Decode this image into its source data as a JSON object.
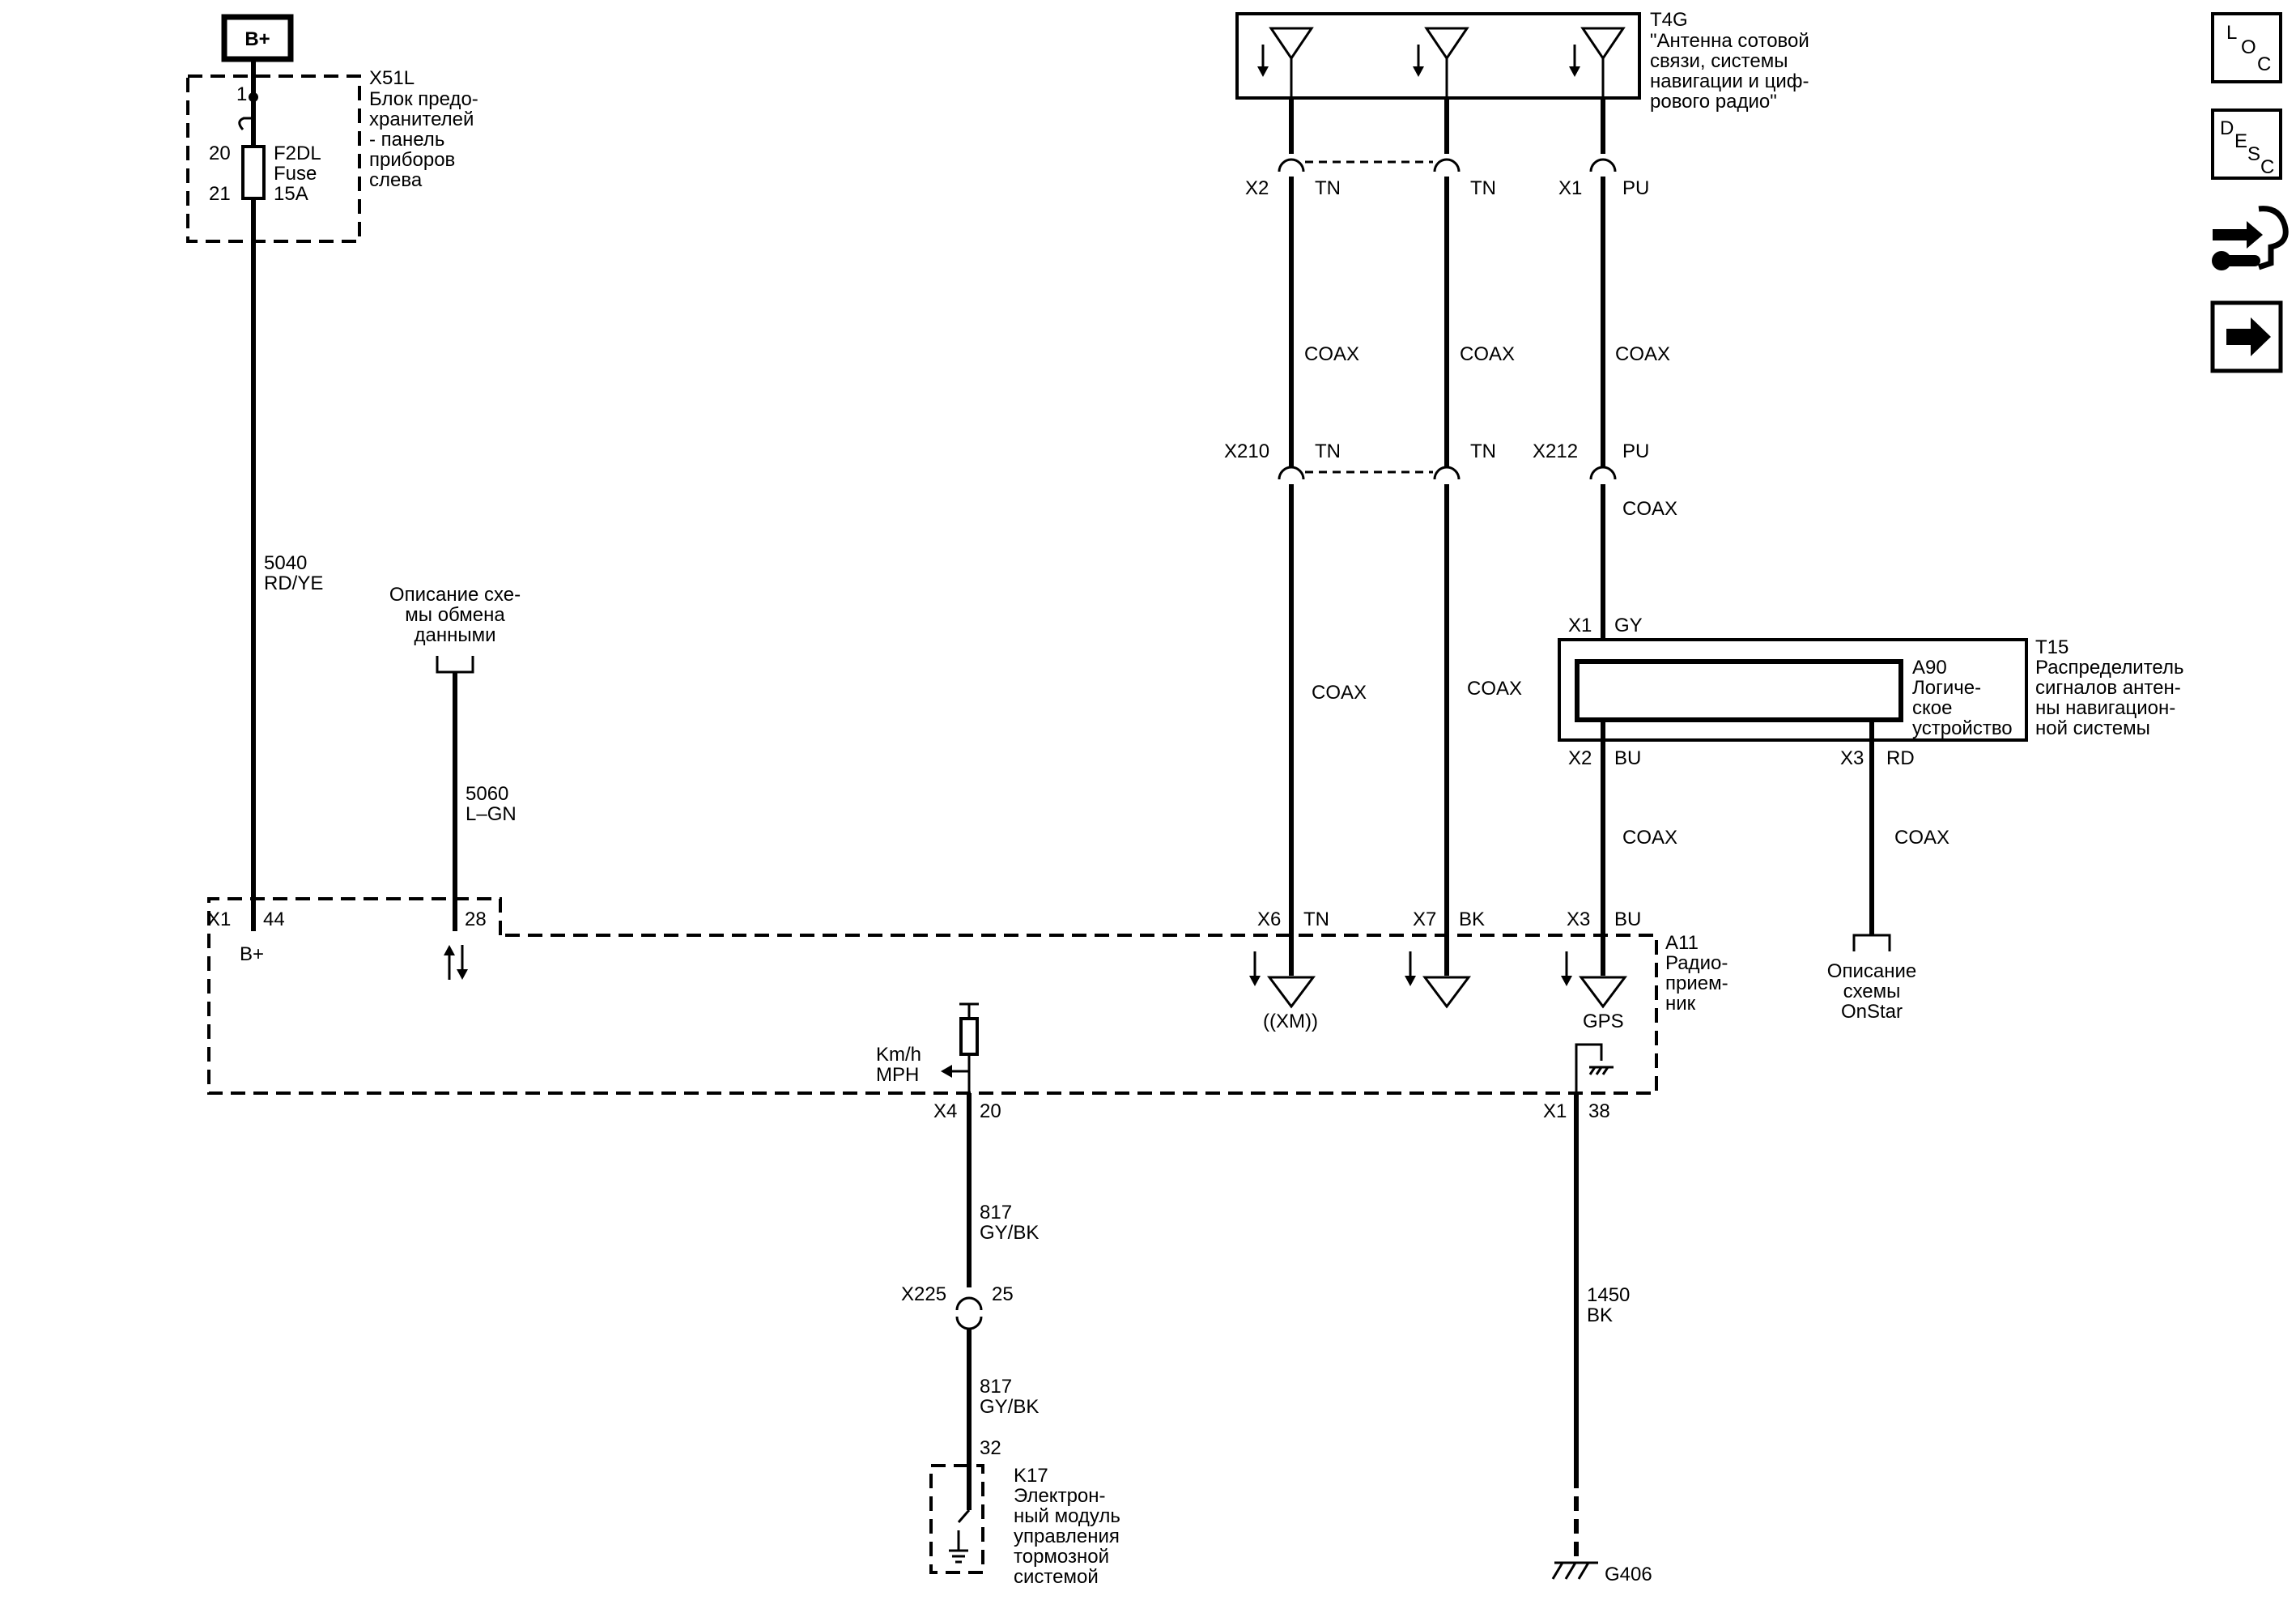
{
  "power": {
    "bplus": "B+"
  },
  "fuse_block": {
    "id": "X51L",
    "desc": [
      "Блок предо-",
      "хранителей",
      "- панель",
      "приборов",
      "слева"
    ],
    "pin_top": "1",
    "pin_in": "20",
    "pin_out": "21",
    "fuse": [
      "F2DL",
      "Fuse",
      "15A"
    ]
  },
  "antenna": {
    "id": "T4G",
    "desc": [
      "\"Антенна сотовой",
      "связи, системы",
      "навигации и циф-",
      "рового радио\""
    ]
  },
  "conns": {
    "ant_x2": "X2",
    "ant_x1": "X1",
    "x210": "X210",
    "x212": "X212",
    "t15_x1": "X1",
    "t15_x2": "X2",
    "t15_x3": "X3",
    "a11_x1": "X1",
    "x6": "X6",
    "x7": "X7",
    "x3": "X3",
    "x4": "X4",
    "a11_x1b": "X1",
    "x225": "X225"
  },
  "colors": {
    "tn": "TN",
    "pu": "PU",
    "gy": "GY",
    "bu": "BU",
    "rd": "RD",
    "bk": "BK"
  },
  "coax": "COAX",
  "wires": {
    "w5040": [
      "5040",
      "RD/YE"
    ],
    "w5060": [
      "5060",
      "L–GN"
    ],
    "w817": [
      "817",
      "GY/BK"
    ],
    "w1450": [
      "1450",
      "BK"
    ]
  },
  "pins": {
    "p44": "44",
    "p28": "28",
    "p20": "20",
    "p38": "38",
    "p25": "25",
    "p32": "32"
  },
  "data_comm": [
    "Описание схе-",
    "мы обмена",
    "данными"
  ],
  "t15": {
    "id": "T15",
    "desc": [
      "Распределитель",
      "сигналов антен-",
      "ны навигацион-",
      "ной системы"
    ],
    "a90_id": "A90",
    "a90_desc": [
      "Логиче-",
      "ское",
      "устройство"
    ]
  },
  "onstar": [
    "Описание",
    "схемы",
    "OnStar"
  ],
  "a11": {
    "id": "A11",
    "desc": [
      "Радио-",
      "прием-",
      "ник"
    ]
  },
  "ant_labels": {
    "xm": "((XM))",
    "gps": "GPS"
  },
  "speed": [
    "Km/h",
    "MPH"
  ],
  "k17": {
    "id": "K17",
    "desc": [
      "Электрон-",
      "ный модуль",
      "управления",
      "тормозной",
      "системой"
    ]
  },
  "ground": "G406",
  "side_icons": [
    "loc-icon",
    "desc-icon",
    "troubleshoot-icon",
    "next-arrow-icon"
  ],
  "side_text": {
    "loc": [
      "L",
      "O",
      "C"
    ],
    "desc": [
      "D",
      "E",
      "S",
      "C"
    ]
  }
}
